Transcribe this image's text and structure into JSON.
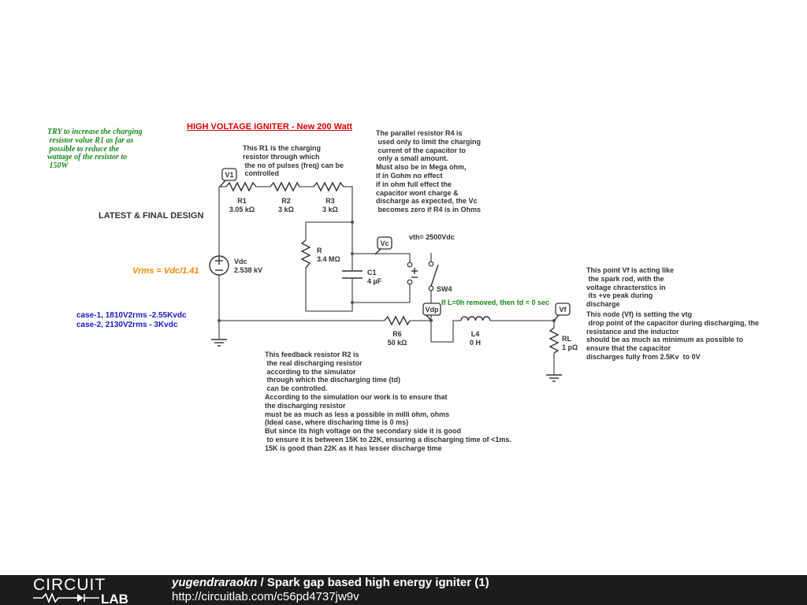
{
  "title": "HIGH VOLTAGE IGNITER - New 200 Watt",
  "design_label": "LATEST & FINAL DESIGN",
  "vrms_formula": "Vrms = Vdc/1.41",
  "cases": [
    "case-1, 1810V2rms -2.55Kvdc",
    "case-2, 2130V2rms - 3Kvdc"
  ],
  "notes": {
    "try_charging": "TRY to increase the charging\n resistor value R1 as far as\n possible to reduce the\nwattage of the resistor to\n 150W",
    "r1_note": "This R1 is the charging\nresistor through which\n the no of pulses (freq) can be\n controlled",
    "r4_note": "The parallel resistor R4 is\n used only to limit the charging\n current of the capacitor to\n only a small amount.\nMust also be in Mega ohm,\nif in Gohm no effect\nif in ohm full effect the\ncapacitor wont charge &\ndischarge as expected, the Vc\n becomes zero if R4 is in Ohms",
    "vth": "vth= 2500Vdc",
    "vf_note": "This point Vf is acting like\n the spark rod, with the\nvoltage chracterstics in\n its +ve peak during\ndischarge",
    "node_vf_note": "This node (Vf) is setting the vtg\n drop point of the capacitor during discharging, the\nresistance and the inductor\nshould be as much as minimum as possible to\nensure that the capacitor\ndischarges fully from 2.5Kv  to 0V",
    "l_removed": "If L=0h removed, then td = 0 sec",
    "feedback_note": "This feedback resistor R2 is\n the real discharging resistor\n according to the simulator\n through which the discharging time (td)\n can be controlled.\nAccording to the simulation our work is to ensure that\nthe discharging resistor\nmust be as much as less a possible in milli ohm, ohms\n(Ideal case, where discharing time is 0 ms)\nBut since its high voltage on the secondary side it is good\n to ensure it is between 15K to 22K, ensuring a discharging time of <1ms.\n15K is good than 22K as it has lesser discharge time"
  },
  "components": {
    "r1": {
      "name": "R1",
      "value": "3.05 kΩ"
    },
    "r2": {
      "name": "R2",
      "value": "3 kΩ"
    },
    "r3": {
      "name": "R3",
      "value": "3 kΩ"
    },
    "r": {
      "name": "R",
      "value": "3.4 MΩ"
    },
    "c1": {
      "name": "C1",
      "value": "4 µF"
    },
    "vdc": {
      "name": "Vdc",
      "value": "2.538 kV"
    },
    "r6": {
      "name": "R6",
      "value": "50 kΩ"
    },
    "l4": {
      "name": "L4",
      "value": "0 H"
    },
    "rl": {
      "name": "RL",
      "value": "1 pΩ"
    },
    "sw4": {
      "name": "SW4"
    }
  },
  "probes": {
    "v1": "V1",
    "vc": "Vc",
    "vdp": "Vdp",
    "vf": "Vf"
  },
  "footer": {
    "logo_top": "CIRCUIT",
    "logo_bottom": "LAB",
    "author": "yugendraraokn",
    "separator": " / ",
    "project": "Spark gap based high energy igniter (1)",
    "url": "http://circuitlab.com/c56pd4737jw9v"
  },
  "colors": {
    "title": "#e00000",
    "green_note": "#1a8a1a",
    "orange": "#f08c00",
    "blue": "#1a1ad0",
    "text": "#333333",
    "footer_bg": "#1c1c1c"
  }
}
